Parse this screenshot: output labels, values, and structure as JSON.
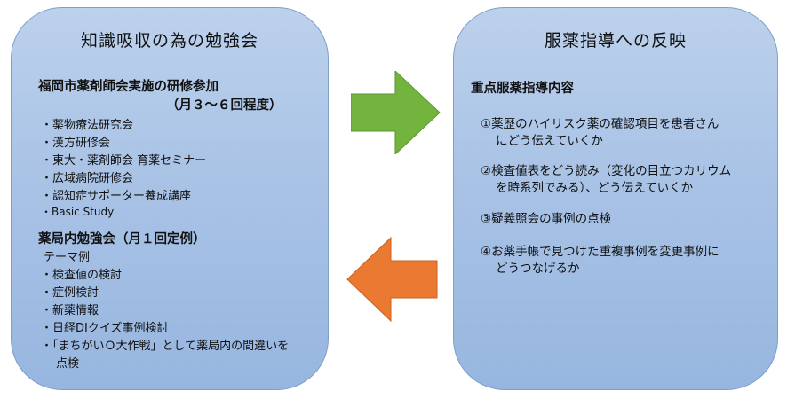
{
  "left": {
    "title": "知識吸収の為の勉強会",
    "section1": {
      "heading": "福岡市薬剤師会実施の研修参加",
      "subheading": "（月３～６回程度）",
      "items": [
        "・薬物療法研究会",
        "・漢方研修会",
        "・東大・薬剤師会 育薬セミナー",
        "・広域病院研修会",
        "・認知症サポーター養成講座",
        "・Basic Study"
      ]
    },
    "section2": {
      "heading": "薬局内勉強会（月１回定例）",
      "items": [
        "テーマ例",
        "・検査値の検討",
        "・症例検討",
        "・新薬情報",
        "・日経DIクイズ事例検討",
        "・「まちがいＯ大作戦」として薬局内の間違いを",
        "点検"
      ]
    }
  },
  "right": {
    "title": "服薬指導への反映",
    "heading": "重点服薬指導内容",
    "items": [
      {
        "line1": "①薬歴のハイリスク薬の確認項目を患者さん",
        "line2": "にどう伝えていくか"
      },
      {
        "line1": "②検査値表をどう読み（変化の目立つカリウム",
        "line2": "を時系列でみる）、どう伝えていくか"
      },
      {
        "line1": "③疑義照会の事例の点検",
        "line2": ""
      },
      {
        "line1": "④お薬手帳で見つけた重複事例を変更事例に",
        "line2": "どうつなげるか"
      }
    ]
  },
  "colors": {
    "panel_fill": "#a9c3e6",
    "arrow_right": "#72b43e",
    "arrow_left": "#ea7a32"
  }
}
